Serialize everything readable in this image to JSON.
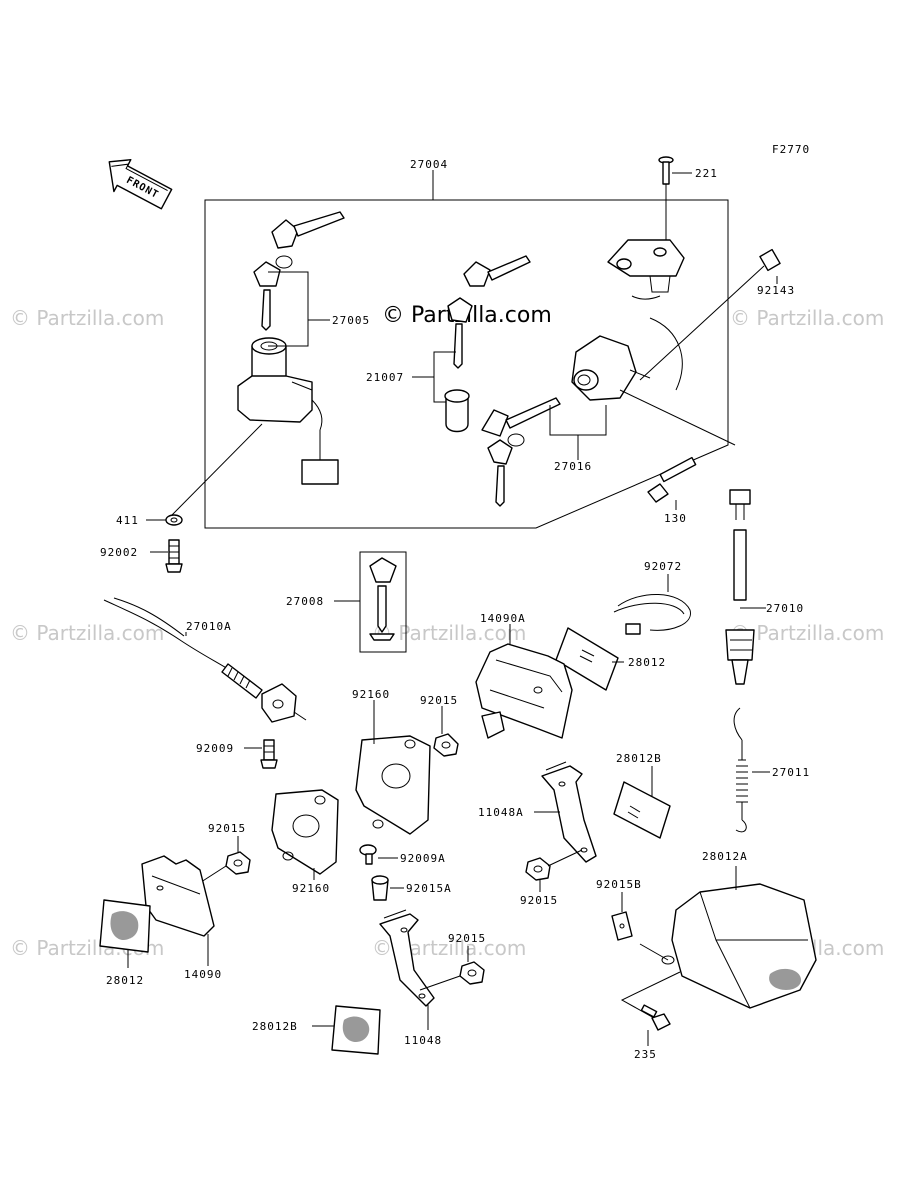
{
  "figure_code": "F2770",
  "front_label": "FRONT",
  "watermarks": {
    "main": "© Partzilla.com",
    "tile": "© Partzilla.com"
  },
  "parts": {
    "p27004": "27004",
    "p221": "221",
    "p92143": "92143",
    "p27005": "27005",
    "p21007": "21007",
    "p27016": "27016",
    "p411": "411",
    "p92002": "92002",
    "p130": "130",
    "p27008": "27008",
    "p27010A": "27010A",
    "p92072": "92072",
    "p14090A": "14090A",
    "p27010": "27010",
    "p28012_top": "28012",
    "p92160_top": "92160",
    "p92015_a": "92015",
    "p92009": "92009",
    "p28012B_top": "28012B",
    "p27011": "27011",
    "p11048A": "11048A",
    "p92015_b": "92015",
    "p92009A": "92009A",
    "p92015A": "92015A",
    "p92160_bot": "92160",
    "p92015_c": "92015",
    "p28012A": "28012A",
    "p92015B": "92015B",
    "p92015_d": "92015",
    "p28012_bot": "28012",
    "p14090": "14090",
    "p11048": "11048",
    "p28012B_bot": "28012B",
    "p235": "235"
  }
}
